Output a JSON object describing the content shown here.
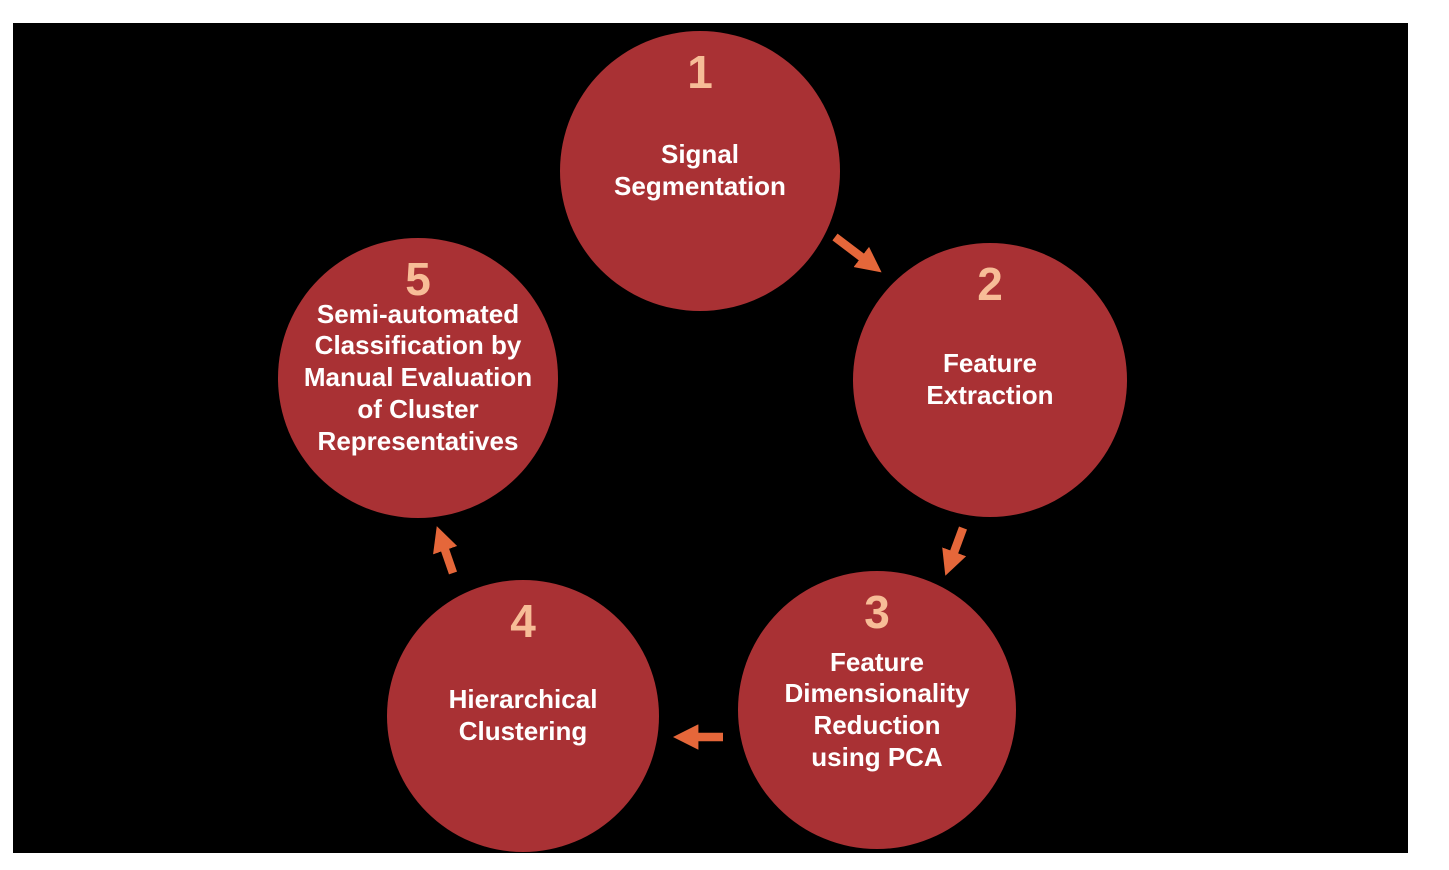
{
  "colors": {
    "page_background": "#ffffff",
    "panel_background": "#000000",
    "circle_fill": "#a93134",
    "number_text": "#f7bd97",
    "label_text": "#ffffff",
    "arrow": "#e5673a"
  },
  "steps": [
    {
      "number": "1",
      "label": "Signal\nSegmentation"
    },
    {
      "number": "2",
      "label": "Feature\nExtraction"
    },
    {
      "number": "3",
      "label": "Feature\nDimensionality\nReduction\nusing PCA"
    },
    {
      "number": "4",
      "label": "Hierarchical\nClustering"
    },
    {
      "number": "5",
      "label": "Semi-automated\nClassification by\nManual Evaluation\nof Cluster\nRepresentatives"
    }
  ],
  "arrows": [
    {
      "from_step": "1",
      "to_step": "2"
    },
    {
      "from_step": "2",
      "to_step": "3"
    },
    {
      "from_step": "3",
      "to_step": "4"
    },
    {
      "from_step": "4",
      "to_step": "5"
    }
  ]
}
